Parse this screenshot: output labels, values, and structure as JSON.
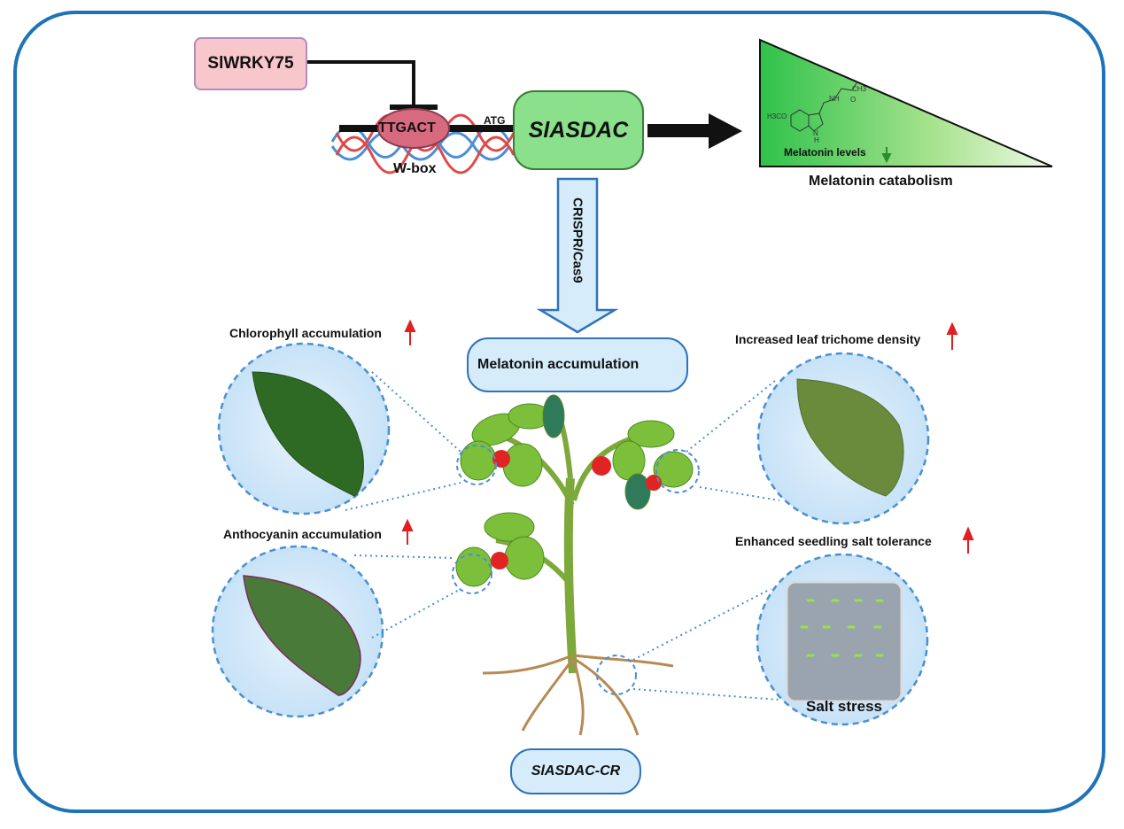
{
  "regulator": {
    "label": "SlWRKY75"
  },
  "promoter": {
    "motif": "TTGACT",
    "start_codon": "ATG",
    "element": "W-box"
  },
  "target_gene": {
    "label": "SlASDAC"
  },
  "catabolism": {
    "level_label": "Melatonin levels",
    "title": "Melatonin catabolism",
    "chem_h3co": "H3CO",
    "chem_nh": "NH",
    "chem_ch3": "CH3",
    "chem_h": "H",
    "chem_n": "N",
    "chem_o": "O"
  },
  "knockout": {
    "method": "CRISPR/Cas9",
    "result": "Melatonin accumulation",
    "line": "SlASDAC-CR"
  },
  "phenotypes": {
    "chlorophyll": "Chlorophyll accumulation",
    "anthocyanin": "Anthocyanin accumulation",
    "trichome": "Increased leaf trichome density",
    "salt": "Enhanced seedling salt tolerance",
    "salt_stress": "Salt stress"
  },
  "colors": {
    "border": "#1f73b7",
    "up_arrow": "#e02020",
    "down_arrow": "#2e8b2e",
    "gene": "#8be08c",
    "regulator": "#f8c7cc"
  }
}
